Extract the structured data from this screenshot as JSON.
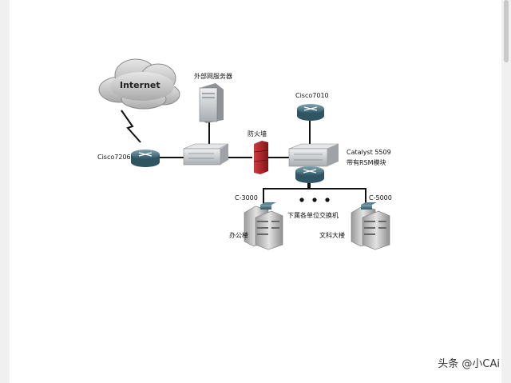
{
  "diagram": {
    "internet": "Internet",
    "external_server": "外部网服务器",
    "cisco7206": "Cisco7206",
    "firewall": "防火墙",
    "cisco7010": "Cisco7010",
    "catalyst_line1": "Catalyst 5509",
    "catalyst_line2": "带有RSM模块",
    "c3000": "C-3000",
    "c5000": "C-5000",
    "sub_switches": "下属各单位交换机",
    "office": "办公楼",
    "liberal_arts": "文科大楼"
  },
  "watermark": "头条 @小CAi",
  "colors": {
    "line": "#111111",
    "device_gray": "#c9cbcd",
    "router_teal": "#4f7a88",
    "firewall_red": "#b3262b",
    "cloud": "#cfcfcf"
  }
}
